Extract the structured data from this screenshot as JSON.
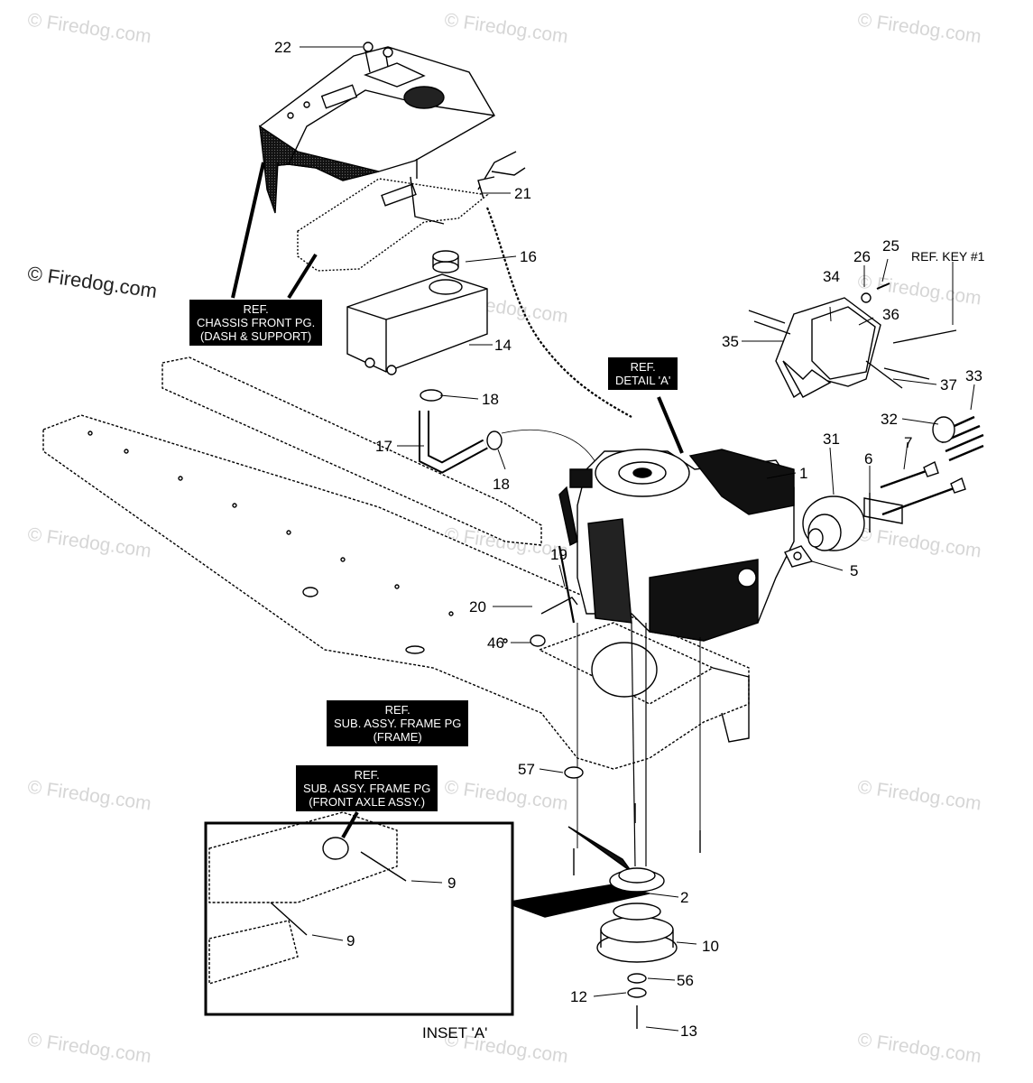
{
  "watermark": "© Firedog.com",
  "copyright_overlay": "© Firedog.com",
  "callouts": [
    "22",
    "21",
    "16",
    "14",
    "18",
    "17",
    "18",
    "25",
    "26",
    "REF. KEY #1",
    "34",
    "36",
    "35",
    "37",
    "33",
    "32",
    "31",
    "6",
    "7",
    "1",
    "5",
    "19",
    "20",
    "46",
    "57",
    "2",
    "10",
    "56",
    "12",
    "13",
    "9",
    "9"
  ],
  "ref_boxes": {
    "chassis": [
      "REF.",
      "CHASSIS FRONT PG.",
      "(DASH & SUPPORT)"
    ],
    "detail_a": [
      "REF.",
      "DETAIL 'A'"
    ],
    "frame": [
      "REF.",
      "SUB. ASSY. FRAME PG",
      "(FRAME)"
    ],
    "front_axle": [
      "REF.",
      "SUB. ASSY. FRAME PG",
      "(FRONT AXLE ASSY.)"
    ]
  },
  "inset_label": "INSET 'A'"
}
